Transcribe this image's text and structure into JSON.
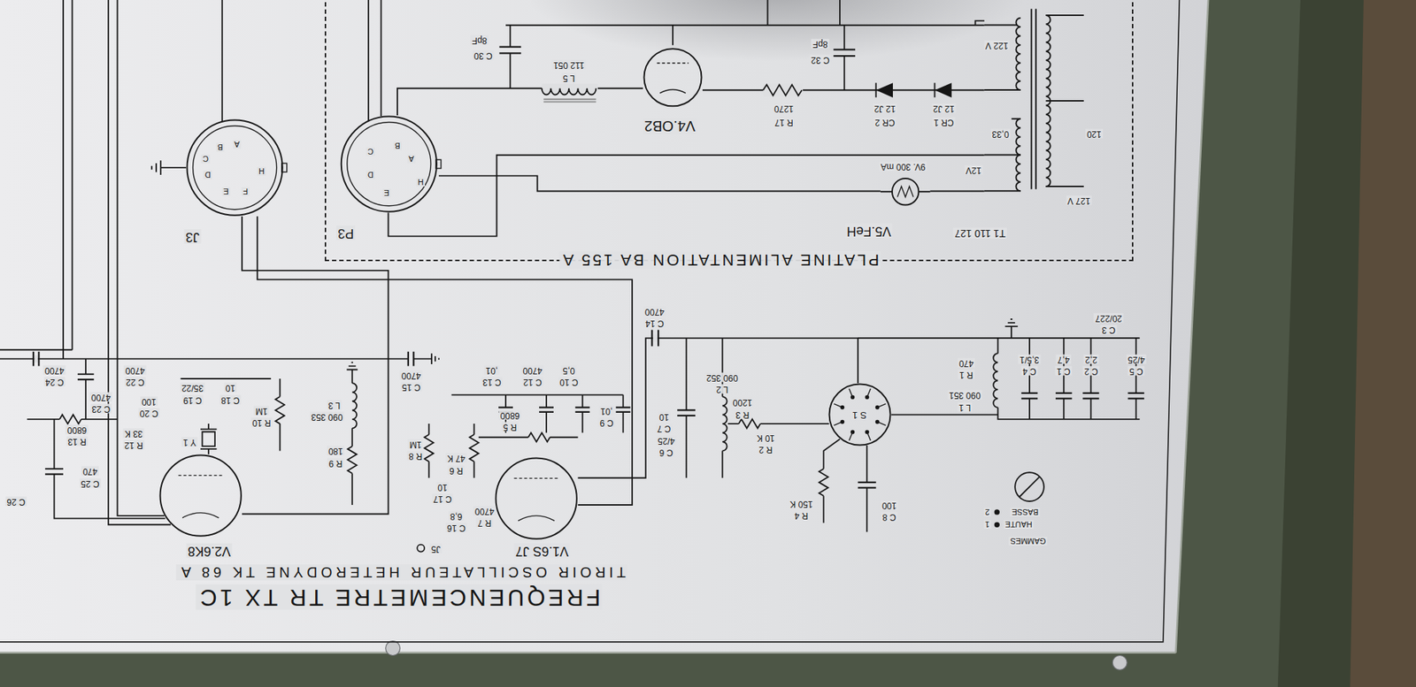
{
  "diagram": {
    "title": "FREQUENCEMETRE TR TX 1C",
    "nodes": [
      {
        "text": [
          "PLATINE ALIMENTATION BA 155 A"
        ]
      },
      {
        "text": [
          "P3"
        ],
        "in": 0
      },
      {
        "text": [
          "V4.OB2"
        ],
        "in": 0
      },
      {
        "text": [
          "V5.FeH",
          "9V. 300 mA"
        ],
        "in": 0
      },
      {
        "text": [
          "T1 110 127"
        ],
        "in": 0
      },
      {
        "text": [
          "J3"
        ]
      },
      {
        "text": [
          "V1.6S J7"
        ]
      },
      {
        "text": [
          "V2.6K8"
        ]
      },
      {
        "text": [
          "S 1"
        ]
      }
    ],
    "edges": [
      {
        "from": 1,
        "to": 4,
        "arrow": "none"
      },
      {
        "from": 1,
        "to": 3,
        "arrow": "none"
      },
      {
        "from": 2,
        "to": 1,
        "arrow": "none"
      },
      {
        "from": 2,
        "to": 4,
        "arrow": "none"
      },
      {
        "from": 3,
        "to": 4,
        "arrow": "none"
      },
      {
        "from": 5,
        "to": 7,
        "arrow": "none"
      },
      {
        "from": 5,
        "to": 6,
        "arrow": "none"
      },
      {
        "from": 6,
        "to": 8,
        "arrow": "none"
      }
    ],
    "labels": [
      "8pF",
      "C 30",
      "112 051",
      "L 5",
      "8pF",
      "C 32",
      "1270",
      "R 17",
      "12 J2",
      "CR 2",
      "12 J2",
      "CR 1",
      "122 V",
      "0,33",
      "120",
      "12V",
      "127 V",
      "A",
      "B",
      "C",
      "D",
      "E",
      "H",
      "A",
      "B",
      "C",
      "D",
      "E",
      "F",
      "H",
      "4700",
      "C 24",
      "4700",
      "C 22",
      "4700",
      "C 23",
      "100",
      "C 20",
      "35/22",
      "C 19",
      "10",
      "C 18",
      "1M",
      "R 10",
      "L 3",
      "090 353",
      "6800",
      "R 13",
      "33 K",
      "R 12",
      "Y 1",
      "180",
      "R 9",
      "470",
      "C 25",
      "C 26",
      "4700",
      "C 15",
      ",01",
      "C 13",
      "4700",
      "C 12",
      "0,5",
      "C 10",
      ",01",
      "C 9",
      "6800",
      "R 5",
      "1M",
      "R 8",
      "47 K",
      "R 6",
      "10",
      "C 17",
      "6,8",
      "C 16",
      "4700",
      "R 7",
      "J5",
      "4700",
      "C 14",
      "10",
      "C 7",
      "4/25",
      "C 6",
      "090 352",
      "L 2",
      "1200",
      "R 3",
      "10 K",
      "R 2",
      "150 K",
      "R 4",
      "100",
      "C 8",
      "470",
      "R 1",
      "090 351",
      "L 1",
      "3,5/1",
      "C 4",
      "4,7",
      "C 1",
      "2,2",
      "C 2",
      "4/25",
      "C 5",
      "20/227",
      "C 3",
      "BASSE",
      "HAUTE",
      "2",
      "1",
      "GAMMES",
      "TIROIR OSCILLATEUR HETERODYNE TK 68 A"
    ]
  }
}
